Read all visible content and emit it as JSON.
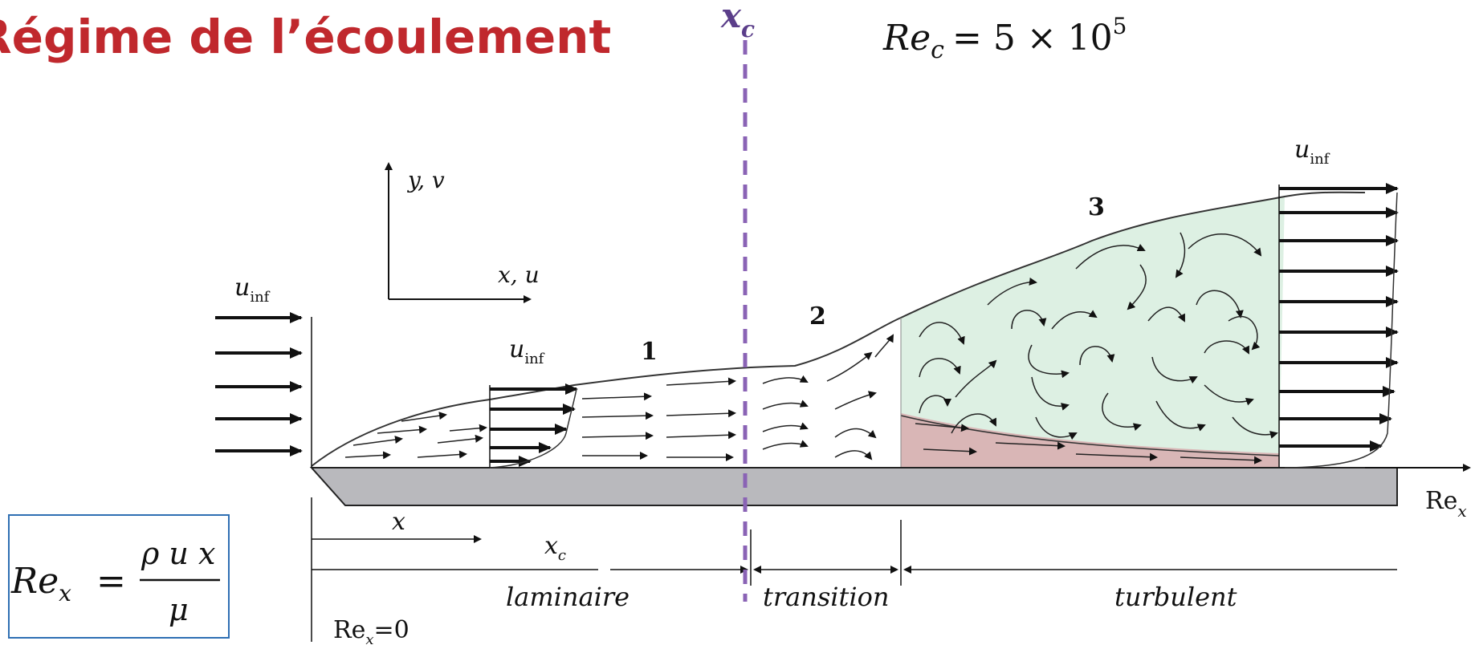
{
  "title": "Régime de l’écoulement",
  "marker": {
    "label": "x",
    "sub": "c",
    "color": "#8a63b5"
  },
  "critical": {
    "lhs": "Re",
    "sub": "c",
    "rhs": "= 5 × 10",
    "exp": "5"
  },
  "axes": {
    "y_label": "y, v",
    "x_label": "x, u",
    "plate_axis_label": "Re",
    "plate_axis_sub": "x"
  },
  "velocity": {
    "base": "u",
    "sub": "inf"
  },
  "zones": {
    "z1": "1",
    "z2": "2",
    "z3": "3"
  },
  "dimensions": {
    "x": "x",
    "xc": "x",
    "xc_sub": "c"
  },
  "regions": {
    "laminar": "laminaire",
    "transition": "transition",
    "turbulent": "turbulent"
  },
  "origin": {
    "lhs": "Re",
    "sub": "x",
    "rhs": "=0"
  },
  "formula": {
    "lhs": "Re",
    "sub": "x",
    "eq": "=",
    "numerator": "ρ u x",
    "denominator": "μ"
  },
  "colors": {
    "title": "#c0282d",
    "turbulent_fill": "#ddf0e3",
    "sublayer_fill": "#d9b6b6",
    "plate": "#b9b9bd",
    "box": "#2f6fb3"
  }
}
